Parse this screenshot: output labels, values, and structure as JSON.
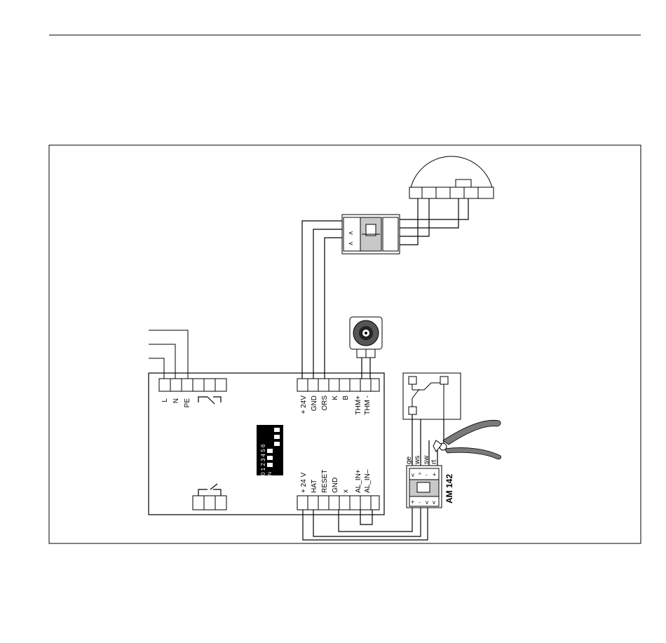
{
  "terminals": {
    "power": {
      "l": "L",
      "n": "N",
      "pe": "PE"
    },
    "top_block": {
      "plus_24v": "+ 24V",
      "gnd": "GND",
      "ors": "ORS",
      "k": "K",
      "b": "B",
      "thm_plus": "THM+",
      "thm_minus": "THM -"
    },
    "bottom_block": {
      "plus_24v": "+ 24 V",
      "hat": "HAT",
      "reset": "RESET",
      "gnd": "GND",
      "x": "x",
      "al_in_plus": "AL_IN+",
      "al_in_minus": "AL_IN–"
    }
  },
  "dip_switch": {
    "numbers": "0 1 2 3 4 5 6",
    "side_label": "N"
  },
  "module": {
    "name": "AM 142",
    "wire_colors": {
      "ge": "ge",
      "ws": "ws",
      "sw": "sw",
      "rt": "rt"
    },
    "pins_top": {
      "p1": "v",
      "p2": "^",
      "p3": "-",
      "p4": "+"
    },
    "pins_bottom": {
      "p1": "+",
      "p2": "-",
      "p3": "v",
      "p4": "v"
    }
  },
  "repeater": {
    "pin_a": "v",
    "pin_b": "v"
  },
  "colors": {
    "line": "#000000",
    "gray_fill": "#c8c8c8",
    "pliers": "#7a7a7a"
  }
}
